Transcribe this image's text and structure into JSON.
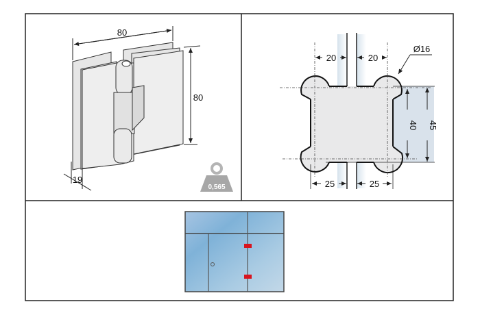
{
  "hinge_view": {
    "width_label": "80",
    "height_label": "80",
    "depth_label": "19",
    "weight_label": "0,565"
  },
  "section_view": {
    "offset_top_left": "20",
    "offset_top_right": "20",
    "diameter_label": "Ø16",
    "inner_height": "40",
    "outer_height": "45",
    "offset_bottom_left": "25",
    "offset_bottom_right": "25"
  },
  "colors": {
    "glass": "#a9cbe3",
    "marker": "#d8141e",
    "body_fill": "#e9e9ea"
  }
}
